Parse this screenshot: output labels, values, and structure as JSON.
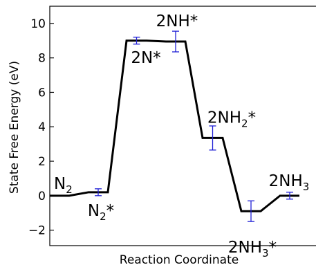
{
  "chart_data": {
    "type": "line",
    "xlabel": "Reaction Coordinate",
    "ylabel": "State Free Energy (eV)",
    "ylim": [
      -2.9,
      11.0
    ],
    "yticks": [
      -2,
      0,
      2,
      4,
      6,
      8,
      10
    ],
    "ytick_labels": [
      "−2",
      "0",
      "2",
      "4",
      "6",
      "8",
      "10"
    ],
    "grid": false,
    "legend": "none",
    "colors": {
      "line": "#000000",
      "error_bar": "#1f1fd6"
    },
    "states": [
      {
        "label_main": "N",
        "label_sub": "2",
        "label_tail": "",
        "energy": 0.0,
        "error": 0.0
      },
      {
        "label_main": "N",
        "label_sub": "2",
        "label_tail": "*",
        "energy": 0.2,
        "error": 0.2
      },
      {
        "label_main": "2N*",
        "label_sub": "",
        "label_tail": "",
        "energy": 9.0,
        "error": 0.2
      },
      {
        "label_main": "2NH*",
        "label_sub": "",
        "label_tail": "",
        "energy": 8.95,
        "error": 0.6
      },
      {
        "label_main": "2NH",
        "label_sub": "2",
        "label_tail": "*",
        "energy": 3.35,
        "error": 0.7
      },
      {
        "label_main": "2NH",
        "label_sub": "3",
        "label_tail": "*",
        "energy": -0.9,
        "error": 0.6
      },
      {
        "label_main": "2NH",
        "label_sub": "3",
        "label_tail": "",
        "energy": 0.0,
        "error": 0.2
      }
    ]
  }
}
